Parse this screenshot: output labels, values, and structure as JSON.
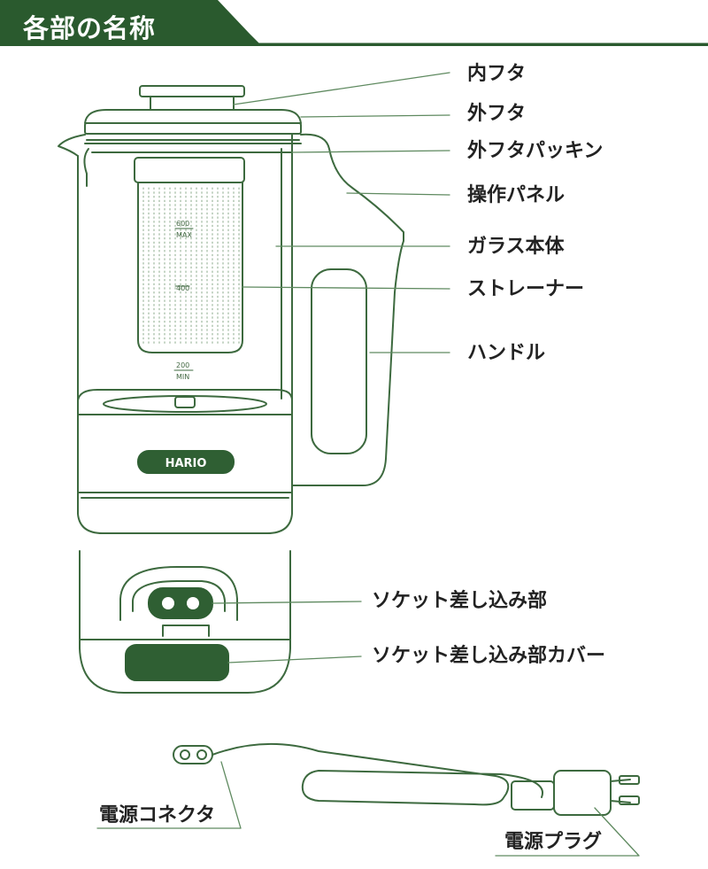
{
  "header": {
    "title": "各部の名称"
  },
  "colors": {
    "accent": "#2a5a2e",
    "line": "#3d6a3f",
    "fill_dark": "#2f5f33"
  },
  "parts": [
    {
      "id": "inner-lid",
      "label": "内フタ"
    },
    {
      "id": "outer-lid",
      "label": "外フタ"
    },
    {
      "id": "outer-lid-gasket",
      "label": "外フタパッキン"
    },
    {
      "id": "control-panel",
      "label": "操作パネル"
    },
    {
      "id": "glass-body",
      "label": "ガラス本体"
    },
    {
      "id": "strainer",
      "label": "ストレーナー"
    },
    {
      "id": "handle",
      "label": "ハンドル"
    },
    {
      "id": "socket",
      "label": "ソケット差し込み部"
    },
    {
      "id": "socket-cover",
      "label": "ソケット差し込み部カバー"
    },
    {
      "id": "power-connector",
      "label": "電源コネクタ"
    },
    {
      "id": "power-plug",
      "label": "電源プラグ"
    }
  ],
  "device": {
    "brand": "HARIO",
    "strainer_marks": [
      "600",
      "MAX",
      "400"
    ],
    "min_marks": [
      "200",
      "MIN"
    ]
  }
}
